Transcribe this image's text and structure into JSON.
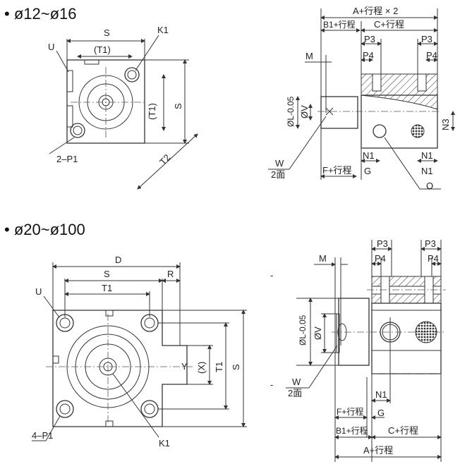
{
  "sections": [
    {
      "title": "• ø12~ø16",
      "front": {
        "S": "S",
        "K1": "K1",
        "U": "U",
        "T1_top": "(T1)",
        "T1_side": "(T1)",
        "S_side": "S",
        "T2": "T2",
        "P1": "2–P1"
      },
      "side": {
        "A": "A+行程 × 2",
        "B1": "B1+行程",
        "C": "C+行程",
        "M": "M",
        "P3a": "P3",
        "P3b": "P3",
        "P4a": "P4",
        "P4b": "P4",
        "L": "ØL-0.05",
        "V": "ØV",
        "N3": "N3",
        "W": "W",
        "W2": "2面",
        "F": "F+行程",
        "G": "G",
        "N1a": "N1",
        "N1b": "N1",
        "N1c": "N1",
        "O": "O"
      }
    },
    {
      "title": "• ø20~ø100",
      "front": {
        "D": "D",
        "S": "S",
        "R": "R",
        "T1": "T1",
        "U": "U",
        "X": "(X)",
        "Y": "Y",
        "T1_side": "T1",
        "S_side": "S",
        "P1": "4–P1",
        "K1": "K1"
      },
      "side": {
        "M": "M",
        "P3a": "P3",
        "P3b": "P3",
        "P4a": "P4",
        "P4b": "P4",
        "L": "ØL-0.05",
        "V": "ØV",
        "W": "W",
        "W2": "2面",
        "N1": "N1",
        "F": "F+行程",
        "G": "G",
        "B1": "B1+行程",
        "C": "C+行程",
        "A": "A+行程"
      }
    }
  ]
}
